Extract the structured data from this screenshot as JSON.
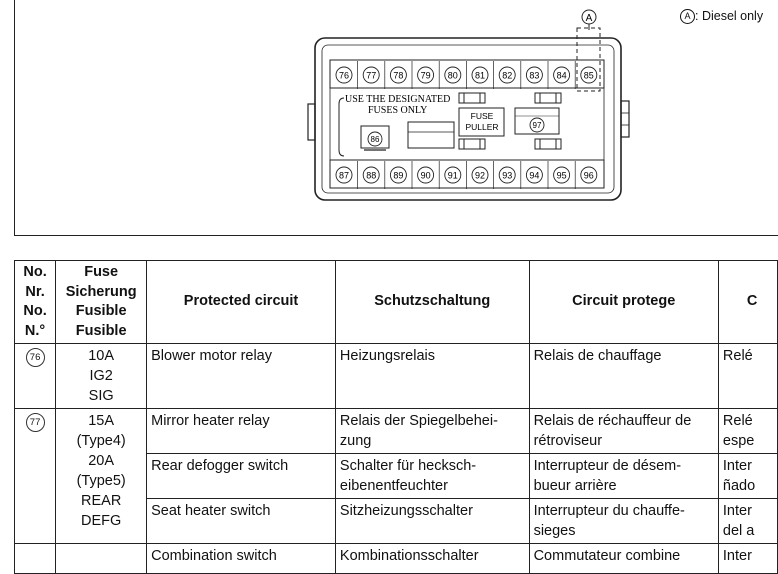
{
  "diagram": {
    "marker": "A",
    "note_text": ": Diesel only",
    "top_fuses": [
      "76",
      "77",
      "78",
      "79",
      "80",
      "81",
      "82",
      "83",
      "84",
      "85"
    ],
    "bottom_fuses": [
      "87",
      "88",
      "89",
      "90",
      "91",
      "92",
      "93",
      "94",
      "95",
      "96"
    ],
    "inner_fuses": [
      "86",
      "97"
    ],
    "designated_line1": "USE THE DESIGNATED",
    "designated_line2": "FUSES ONLY",
    "puller_line1": "FUSE",
    "puller_line2": "PULLER"
  },
  "table": {
    "headers": {
      "no_lines": [
        "No.",
        "Nr.",
        "No.",
        "N.°"
      ],
      "fuse_lines": [
        "Fuse",
        "Sicherung",
        "Fusible",
        "Fusible"
      ],
      "protected": "Protected circuit",
      "schutz": "Schutzschaltung",
      "protege": "Circuit protege",
      "col6": "C"
    },
    "rows": [
      {
        "no": "76",
        "fuse_lines": [
          "10A",
          "IG2",
          "SIG"
        ],
        "items": [
          {
            "en": "Blower motor relay",
            "de": "Heizungsrelais",
            "fr": "Relais de chauffage",
            "es": "Relé"
          }
        ]
      },
      {
        "no": "77",
        "fuse_lines": [
          "15A",
          "(Type4)",
          "20A",
          "(Type5)",
          "REAR",
          "DEFG"
        ],
        "items": [
          {
            "en": "Mirror heater relay",
            "de": "Relais der Spiegelbehei-zung",
            "fr": "Relais de réchauffeur de rétroviseur",
            "es": "Relé espe"
          },
          {
            "en": "Rear defogger switch",
            "de": "Schalter für hecksch-eibenentfeuchter",
            "fr": "Interrupteur de désem-bueur arrière",
            "es": "Inter ñado"
          },
          {
            "en": "Seat heater switch",
            "de": "Sitzheizungsschalter",
            "fr": "Interrupteur du chauffe-sieges",
            "es": "Inter del a"
          }
        ]
      },
      {
        "no": "",
        "fuse_lines": [],
        "items": [
          {
            "en": "Combination switch",
            "de": "Kombinationsschalter",
            "fr": "Commutateur combine",
            "es": "Inter"
          }
        ]
      }
    ]
  }
}
